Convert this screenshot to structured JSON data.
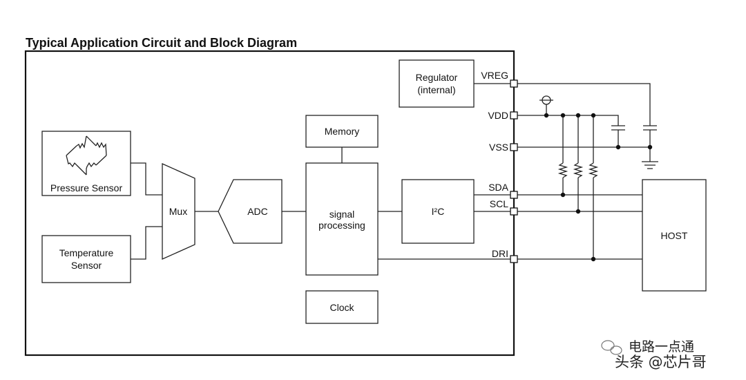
{
  "title": "Typical Application Circuit and Block Diagram",
  "blocks": {
    "pressure_sensor": "Pressure Sensor",
    "temperature_sensor": [
      "Temperature",
      "Sensor"
    ],
    "mux": "Mux",
    "adc": "ADC",
    "memory": "Memory",
    "signal_processing": [
      "signal",
      "processing"
    ],
    "i2c": "I²C",
    "clock": "Clock",
    "regulator": [
      "Regulator",
      "(internal)"
    ],
    "host": "HOST"
  },
  "pins": {
    "vreg": "VREG",
    "vdd": "VDD",
    "vss": "VSS",
    "sda": "SDA",
    "scl": "SCL",
    "dri": "DRI"
  },
  "watermark": {
    "line1": "电路一点通",
    "line2": "头条 @芯片哥"
  }
}
